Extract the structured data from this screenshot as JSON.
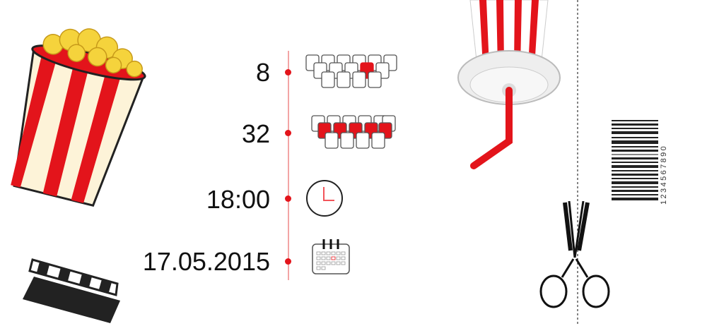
{
  "ticket": {
    "row": "8",
    "seat": "32",
    "time": "18:00",
    "date": "17.05.2015",
    "barcode_digits": "1234567890"
  },
  "icons": [
    "popcorn-bucket",
    "clapperboard",
    "drink-cup",
    "row-seats-icon",
    "seat-selection-icon",
    "clock-icon",
    "calendar-icon",
    "barcode",
    "scissors"
  ],
  "colors": {
    "accent": "#e3141b",
    "line": "#f3a5a5",
    "text": "#111111"
  }
}
